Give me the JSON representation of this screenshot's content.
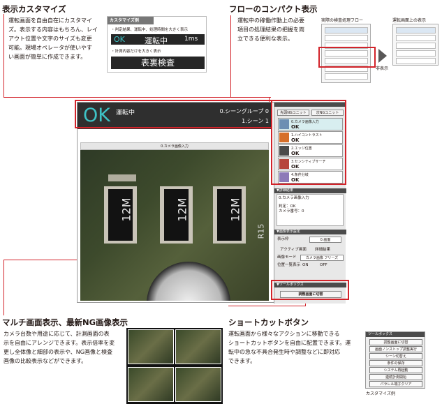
{
  "sections": {
    "display": {
      "title": "表示カスタマイズ",
      "desc": [
        "運転画面を自由自在にカスタマイ",
        "ズ。表示する内容はもちろん、レイ",
        "アウト位置や文字のサイズも変更",
        "可能。現場オペレータが使いやす",
        "い画面が簡単に作成できます。"
      ]
    },
    "flow": {
      "title": "フローのコンパクト表示",
      "desc": [
        "運転中の稼働作動上の必要",
        "項目の処理結果の把握を両",
        "立できる便利な表示。"
      ],
      "real_label": "実際の検査処理フロー",
      "compact_label": "運転画面上の表示",
      "hidden_label": "非表示"
    },
    "multi": {
      "title": "マルチ画面表示、最新NG画像表示",
      "desc": [
        "カメラ台数や用途に応じて、計測画面の表",
        "示を自由にアレンジできます。表示倍率を変",
        "更し全体像と細部の表示や、NG画像と検査",
        "画像の比較表示などができます。"
      ]
    },
    "shortcut": {
      "title": "ショートカットボタン",
      "desc": [
        "運転画面から様々なアクションに移動できる",
        "ショートカットボタンを自由に配置できます。運",
        "転中の急な不具合発生時や調整などに即対応",
        "できます。"
      ],
      "caption": "カスタマイズ例",
      "panel_title": "ツールボックス",
      "buttons": [
        "調整画面に切替",
        "画面ノンストップ調整実行",
        "シーン切替え",
        "条件の保存",
        "システム再起動",
        "連続計測開始",
        "パラレル端子クリア"
      ]
    }
  },
  "example": {
    "title": "カスタマイズ例",
    "note1": "・判定結果、運転中、処理時間を大きく表示",
    "ok": "OK",
    "running": "運転中",
    "time": "1ms",
    "note2": "・計測内容だけを大きく表示",
    "big": "表裏検査"
  },
  "main": {
    "ok": "OK",
    "running": "運転中",
    "scene_group": "0.シーングループ 0",
    "scene": "1.シーン 1",
    "cam_title": "0.カメラ画像入力",
    "chip_label": "12M",
    "pcb_label": "R15",
    "rp": {
      "btn1": "先頭NGユニット",
      "btn2": "次NGユニット",
      "steps": [
        {
          "name": "0.カメラ画像入力",
          "result": "OK"
        },
        {
          "name": "1.ハイコントラスト",
          "result": "OK"
        },
        {
          "name": "2.エッジ位置",
          "result": "OK"
        },
        {
          "name": "3.センシティブサーチ",
          "result": "OK"
        },
        {
          "name": "4.条件分岐",
          "result": "OK"
        }
      ],
      "detail_title": "▼詳細結果",
      "detail_line1": "0.カメラ画像入力",
      "detail_line2": "判定：OK",
      "detail_line3": "カメラ番号：0",
      "image_title": "▼画像表示設定",
      "display_label": "表示枠",
      "display_value": "0.画面",
      "active_label": "アクティブ画面",
      "detail_label": "詳細結果",
      "display_mode_label": "画像モード",
      "display_mode_value": "カメラ画像 フリーズ",
      "pos_list_label": "位置一覧表示",
      "on": "ON",
      "off": "OFF",
      "toolbox_title": "▼ツールボックス",
      "switch_btn": "調整画面に切替"
    }
  },
  "colors": {
    "accent_red": "#d2232a",
    "ok_cyan": "#3ec3c6",
    "dark_bg": "#2f2f2f"
  }
}
